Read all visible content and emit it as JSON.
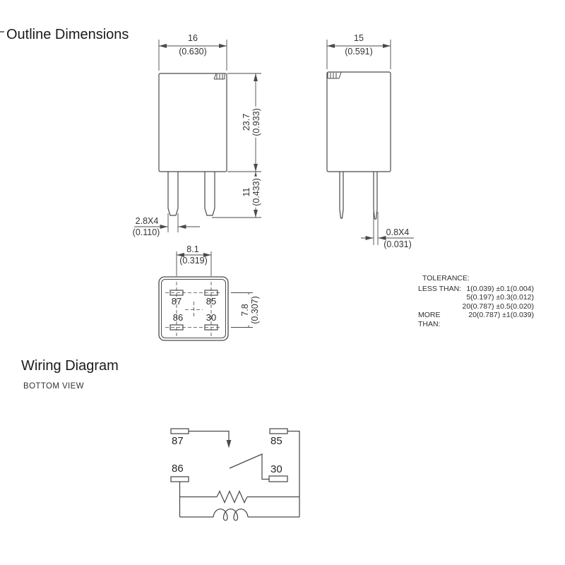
{
  "page": {
    "outline_title": "Outline Dimensions",
    "wiring_title": "Wiring Diagram",
    "wiring_subtitle": "BOTTOM VIEW"
  },
  "front_view": {
    "width_mm": "16",
    "width_in": "(0.630)",
    "height_mm": "23.7",
    "height_in": "(0.933)",
    "pin_length_mm": "11",
    "pin_length_in": "(0.433)",
    "pin_size_mm": "2.8X4",
    "pin_size_in": "(0.110)"
  },
  "side_view": {
    "width_mm": "15",
    "width_in": "(0.591)",
    "pin_size_mm": "0.8X4",
    "pin_size_in": "(0.031)"
  },
  "bottom_view": {
    "pitch_x_mm": "8.1",
    "pitch_x_in": "(0.319)",
    "pitch_y_mm": "7.8",
    "pitch_y_in": "(0.307)",
    "pin_labels": {
      "top_left": "87",
      "top_right": "85",
      "bottom_left": "86",
      "bottom_right": "30"
    }
  },
  "tolerance": {
    "heading": "TOLERANCE:",
    "rows": [
      {
        "label": "LESS THAN:",
        "value": "1(0.039) ±0.1(0.004)"
      },
      {
        "label": "",
        "value": "5(0.197) ±0.3(0.012)"
      },
      {
        "label": "",
        "value": "20(0.787) ±0.5(0.020)"
      },
      {
        "label": "MORE THAN:",
        "value": "20(0.787) ±1(0.039)"
      }
    ]
  },
  "wiring": {
    "pin_labels": {
      "top_left": "87",
      "top_right": "85",
      "mid_left": "86",
      "mid_right": "30"
    }
  },
  "colors": {
    "line": "#4a4a4a",
    "text": "#333333",
    "background": "#ffffff"
  }
}
